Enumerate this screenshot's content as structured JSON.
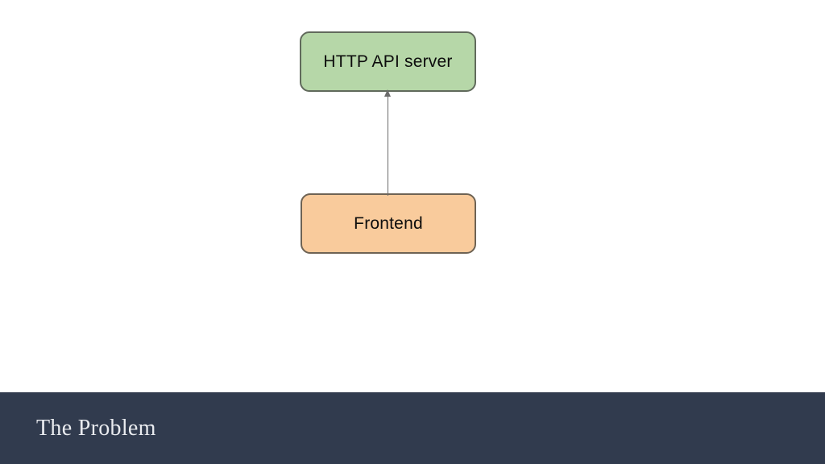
{
  "slide": {
    "background_color": "#ffffff"
  },
  "diagram": {
    "type": "node-link",
    "node_api": {
      "label": "HTTP API server",
      "fill_color": "#b6d7a8",
      "border_color": "#616a5c",
      "shape": "rounded-rectangle"
    },
    "node_frontend": {
      "label": "Frontend",
      "fill_color": "#f9cb9c",
      "border_color": "#6e6354",
      "shape": "rounded-rectangle"
    },
    "edge": {
      "from": "Frontend",
      "to": "HTTP API server",
      "arrow_direction": "up",
      "line_color": "#6b6b6b"
    }
  },
  "footer": {
    "title": "The Problem",
    "bg_color": "#313b4e",
    "text_color": "#e9ebef"
  }
}
